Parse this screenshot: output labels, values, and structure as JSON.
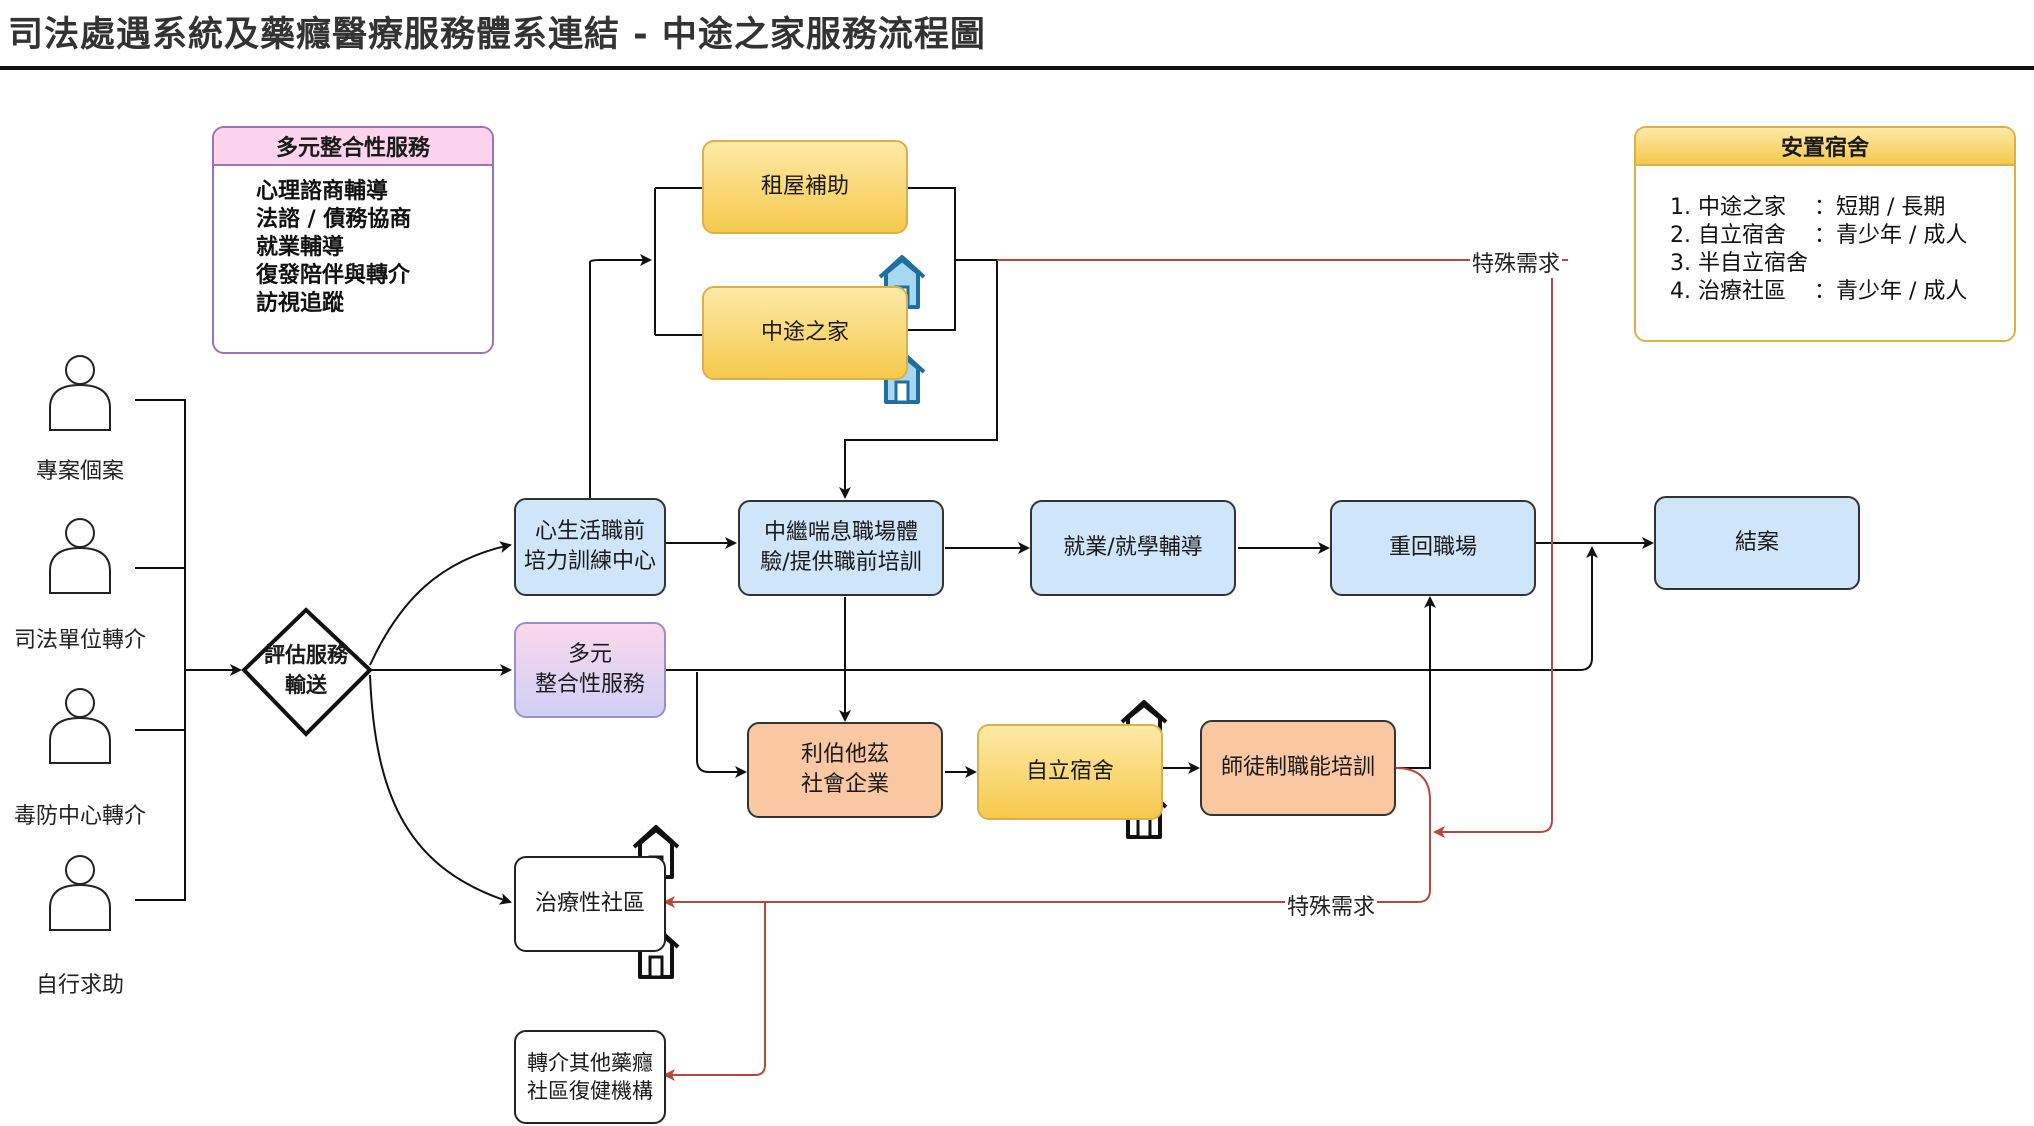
{
  "title": "司法處遇系統及藥癮醫療服務體系連結 - 中途之家服務流程圖",
  "colors": {
    "blue_fill": "#cfe5fa",
    "yellow_fill": "#f6c94d",
    "orange_fill": "#f9c8a2",
    "purple_fill": "#e3d3f0",
    "red_line": "#b5493e",
    "house_blue": "#a8d8f0"
  },
  "sources": {
    "items": [
      {
        "label": "專案個案",
        "icon": "person-icon"
      },
      {
        "label": "司法單位轉介",
        "icon": "person-icon"
      },
      {
        "label": "毒防中心轉介",
        "icon": "person-icon"
      },
      {
        "label": "自行求助",
        "icon": "person-icon"
      }
    ]
  },
  "assess": {
    "label_line1": "評估服務",
    "label_line2": "輸送"
  },
  "services_panel": {
    "header": "多元整合性服務",
    "items": [
      "心理諮商輔導",
      "法諮 / 債務協商",
      "就業輔導",
      "復發陪伴與轉介",
      "訪視追蹤"
    ]
  },
  "housing_panel": {
    "header": "安置宿舍",
    "items": [
      "1. 中途之家    ：短期 / 長期",
      "2. 自立宿舍    ：青少年 / 成人",
      "3. 半自立宿舍",
      "4. 治療社區    ：青少年 / 成人"
    ]
  },
  "nodes": {
    "rent": "租屋補助",
    "halfway": "中途之家",
    "training_center": "心生活職前\n培力訓練中心",
    "relay": "中繼喘息職場體\n驗/提供職前培訓",
    "employment": "就業/就學輔導",
    "return": "重回職場",
    "close": "結案",
    "multi": "多元\n整合性服務",
    "social": "利伯他茲\n社會企業",
    "dorm": "自立宿舍",
    "apprentice": "師徒制職能培訓",
    "therapy": "治療性社區",
    "referral": "轉介其他藥癮\n社區復健機構"
  },
  "edge_labels": {
    "special_top": "特殊需求",
    "special_bottom": "特殊需求"
  },
  "icons": {
    "house": "house-icon",
    "arrow": "arrow-icon"
  }
}
